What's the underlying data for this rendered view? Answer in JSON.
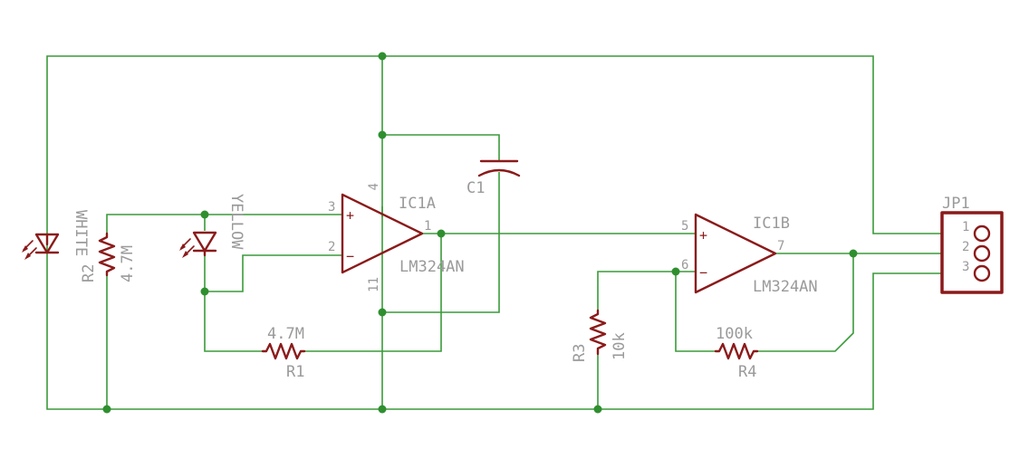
{
  "labels": {
    "ic1a": "IC1A",
    "ic1a_part": "LM324AN",
    "ic1b": "IC1B",
    "ic1b_part": "LM324AN",
    "c1": "C1",
    "r1_name": "R1",
    "r1_value": "4.7M",
    "r2_name": "R2",
    "r2_value": "4.7M",
    "r3_name": "R3",
    "r3_value": "10k",
    "r4_name": "R4",
    "r4_value": "100k",
    "led_white": "WHITE",
    "led_yellow": "YELLOW",
    "jp1": "JP1"
  },
  "pins": {
    "ic1a_p3": "3",
    "ic1a_p2": "2",
    "ic1a_p1": "1",
    "ic1a_p4": "4",
    "ic1a_p11": "11",
    "ic1b_p5": "5",
    "ic1b_p6": "6",
    "ic1b_p7": "7",
    "jp1_p1": "1",
    "jp1_p2": "2",
    "jp1_p3": "3"
  },
  "signs": {
    "plus": "+",
    "minus": "−"
  },
  "colors": {
    "wire": "#3a9a3a",
    "symbol": "#8b1a1a",
    "text": "#9a9a9a"
  }
}
